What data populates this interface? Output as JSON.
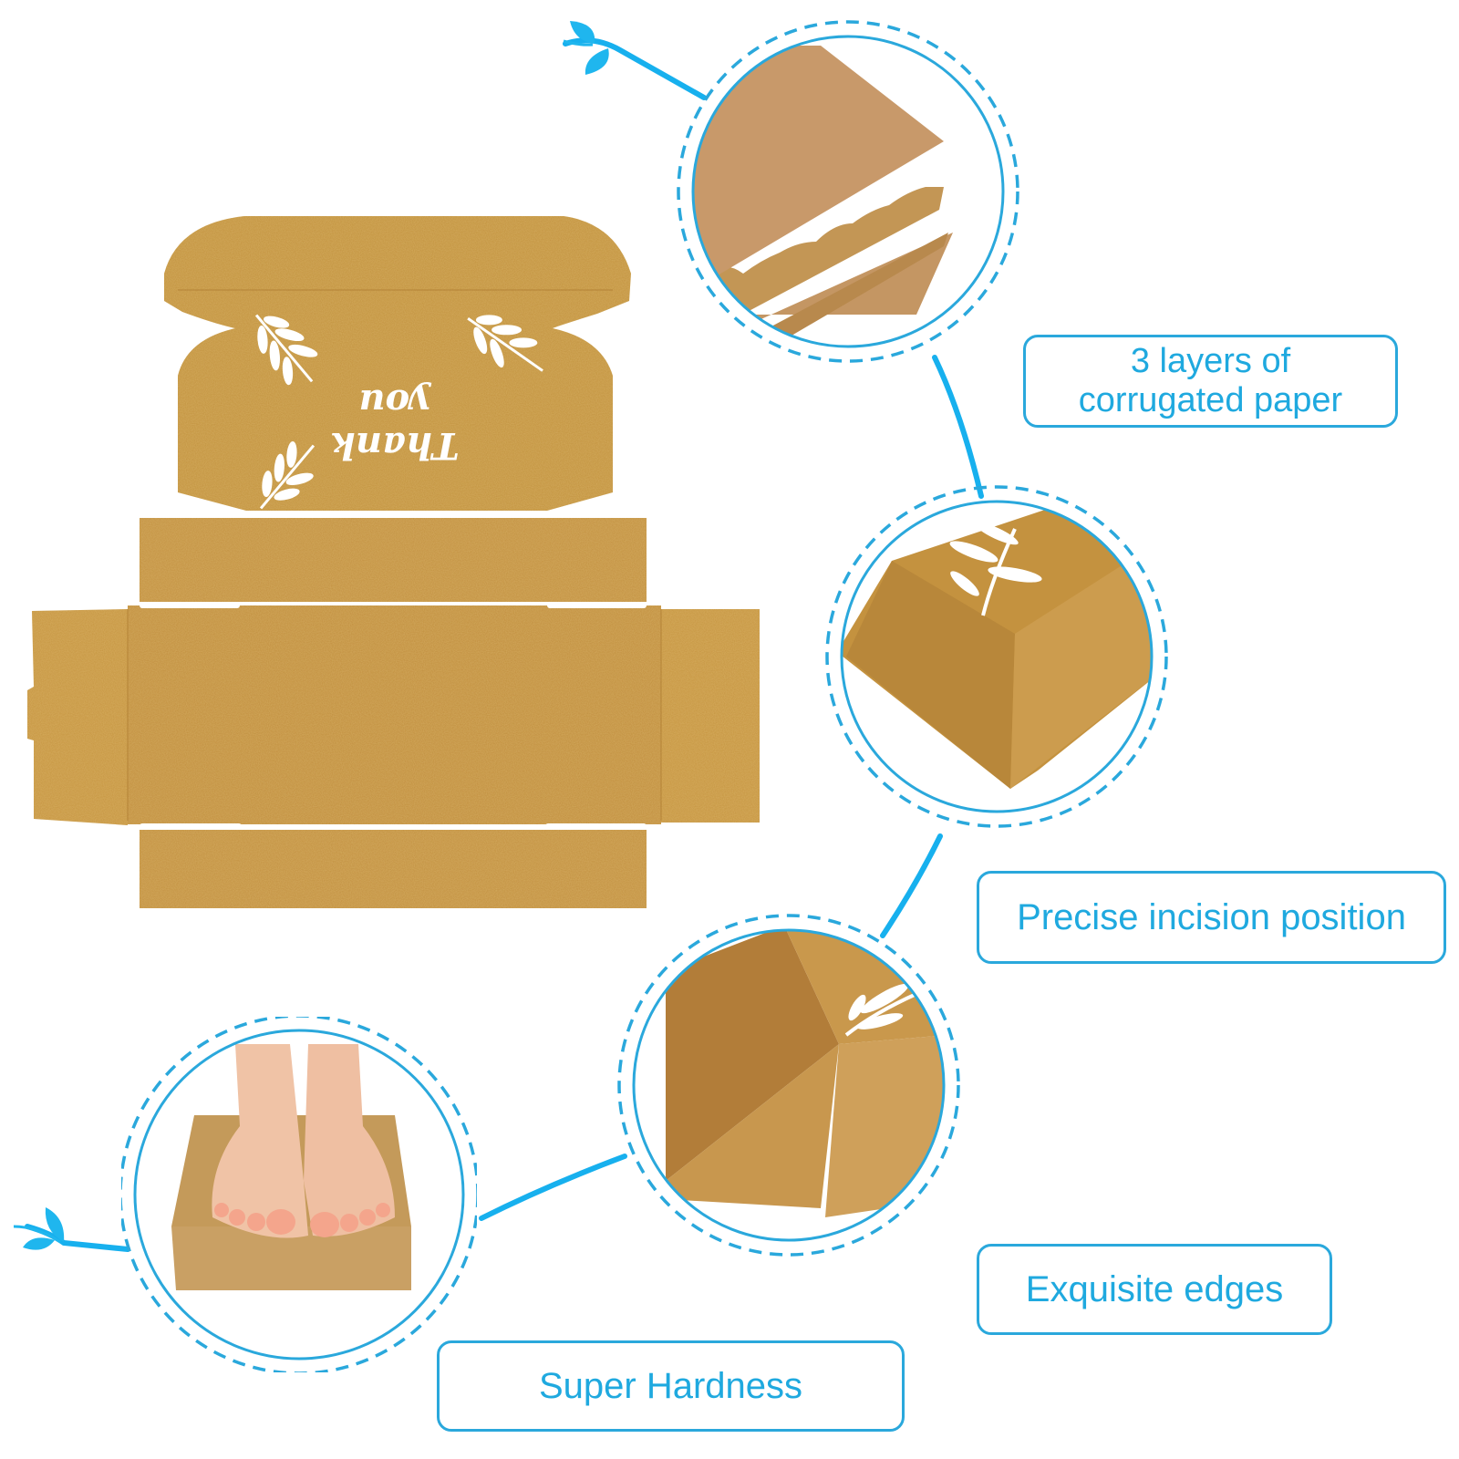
{
  "colors": {
    "accent_blue": "#1fa9df",
    "line_blue": "#17b0ee",
    "kraft": "#c2923c",
    "kraft_dark": "#a9782e",
    "kraft_light": "#d2a552",
    "print_white": "#ffffff"
  },
  "box_net": {
    "printed_text": "Thank you",
    "printed_text_orientation": "upside-down",
    "decorations": [
      "leaf-sprig",
      "leaf-sprig",
      "leaf-sprig"
    ]
  },
  "features": [
    {
      "id": "layers",
      "line1": "3 layers of",
      "line2": "corrugated paper",
      "image": "corrugated-layers-closeup"
    },
    {
      "id": "incision",
      "line1": "Precise incision position",
      "image": "box-corner-closeup"
    },
    {
      "id": "edges",
      "line1": "Exquisite edges",
      "image": "box-edge-closeup"
    },
    {
      "id": "hardness",
      "line1": "Super Hardness",
      "image": "feet-standing-on-box"
    }
  ],
  "decor_icons": [
    "sprout-icon",
    "sprout-icon"
  ]
}
